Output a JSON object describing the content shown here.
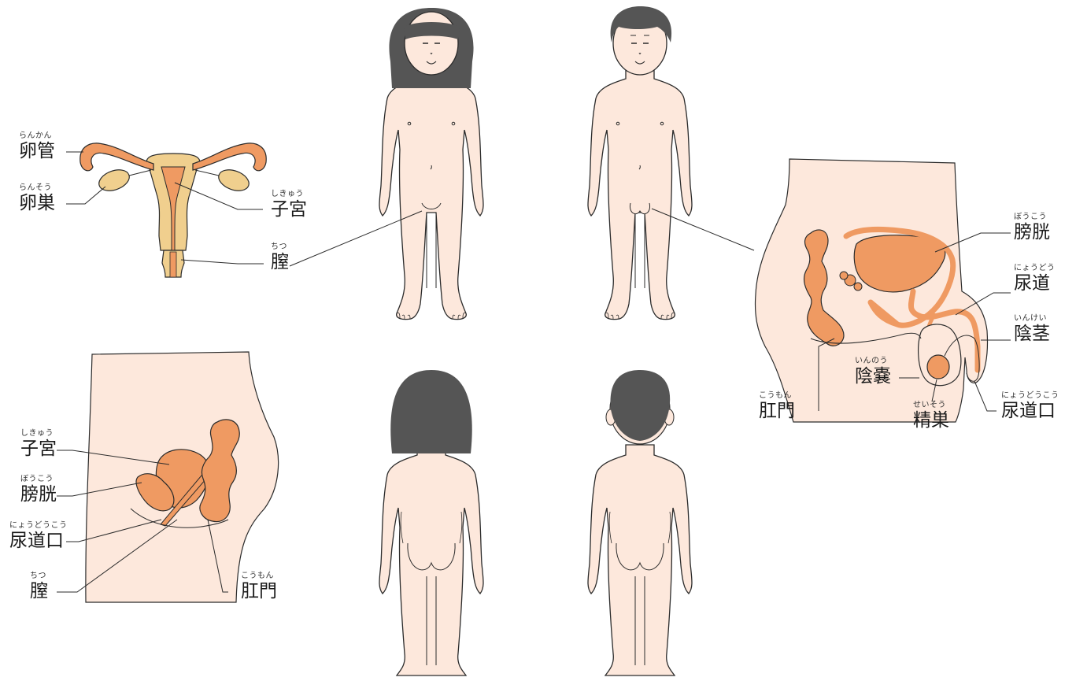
{
  "colors": {
    "skin": "#fde8dc",
    "outline": "#2b2b2b",
    "hair": "#555555",
    "organ": "#ef9a62",
    "organ_light": "#f0cf8e"
  },
  "uterus_diagram": {
    "oviduct": {
      "ruby": "らんかん",
      "text": "卵管"
    },
    "ovary": {
      "ruby": "らんそう",
      "text": "卵巣"
    },
    "uterus": {
      "ruby": "しきゅう",
      "text": "子宮"
    },
    "vagina": {
      "ruby": "ちつ",
      "text": "膣"
    }
  },
  "female_section": {
    "uterus": {
      "ruby": "しきゅう",
      "text": "子宮"
    },
    "bladder": {
      "ruby": "ぼうこう",
      "text": "膀胱"
    },
    "urethral_opening": {
      "ruby": "にょうどうこう",
      "text": "尿道口"
    },
    "vagina": {
      "ruby": "ちつ",
      "text": "膣"
    },
    "anus": {
      "ruby": "こうもん",
      "text": "肛門"
    }
  },
  "male_section": {
    "bladder": {
      "ruby": "ぼうこう",
      "text": "膀胱"
    },
    "urethra": {
      "ruby": "にょうどう",
      "text": "尿道"
    },
    "penis": {
      "ruby": "いんけい",
      "text": "陰茎"
    },
    "scrotum": {
      "ruby": "いんのう",
      "text": "陰嚢"
    },
    "anus": {
      "ruby": "こうもん",
      "text": "肛門"
    },
    "testis": {
      "ruby": "せいそう",
      "text": "精巣"
    },
    "urethral_opening": {
      "ruby": "にょうどうこう",
      "text": "尿道口"
    }
  }
}
